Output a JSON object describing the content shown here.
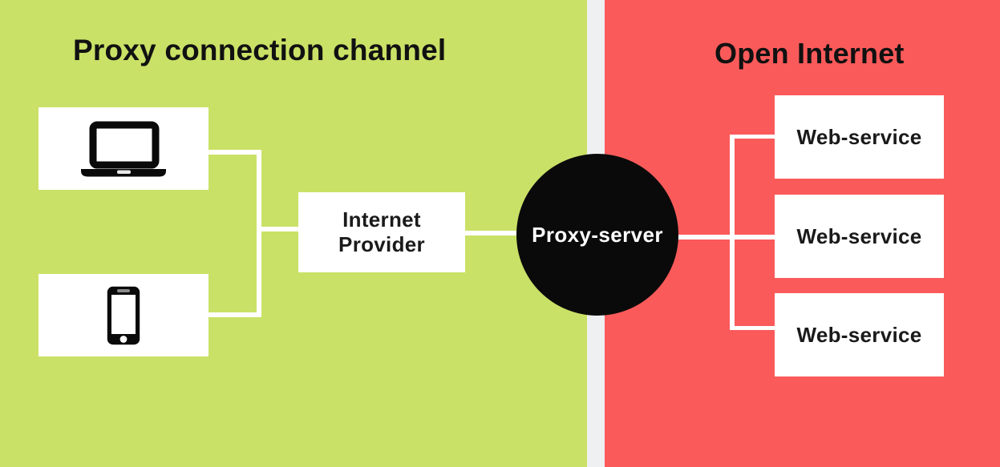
{
  "diagram": {
    "left_panel": {
      "title": "Proxy connection channel",
      "devices": [
        {
          "name": "laptop",
          "icon": "laptop-icon"
        },
        {
          "name": "smartphone",
          "icon": "smartphone-icon"
        }
      ],
      "provider_label": "Internet\nProvider"
    },
    "proxy_node": {
      "label": "Proxy-server"
    },
    "right_panel": {
      "title": "Open Internet",
      "services": [
        {
          "label": "Web-service"
        },
        {
          "label": "Web-service"
        },
        {
          "label": "Web-service"
        }
      ]
    },
    "colors": {
      "left_bg": "#c9e166",
      "right_bg": "#fb5a5a",
      "divider": "#eef0f1",
      "node_bg": "#0a0a0a",
      "box_bg": "#ffffff",
      "connector": "#ffffff",
      "title_text": "#111111",
      "label_text": "#1a1a1a",
      "node_text": "#ffffff"
    }
  }
}
